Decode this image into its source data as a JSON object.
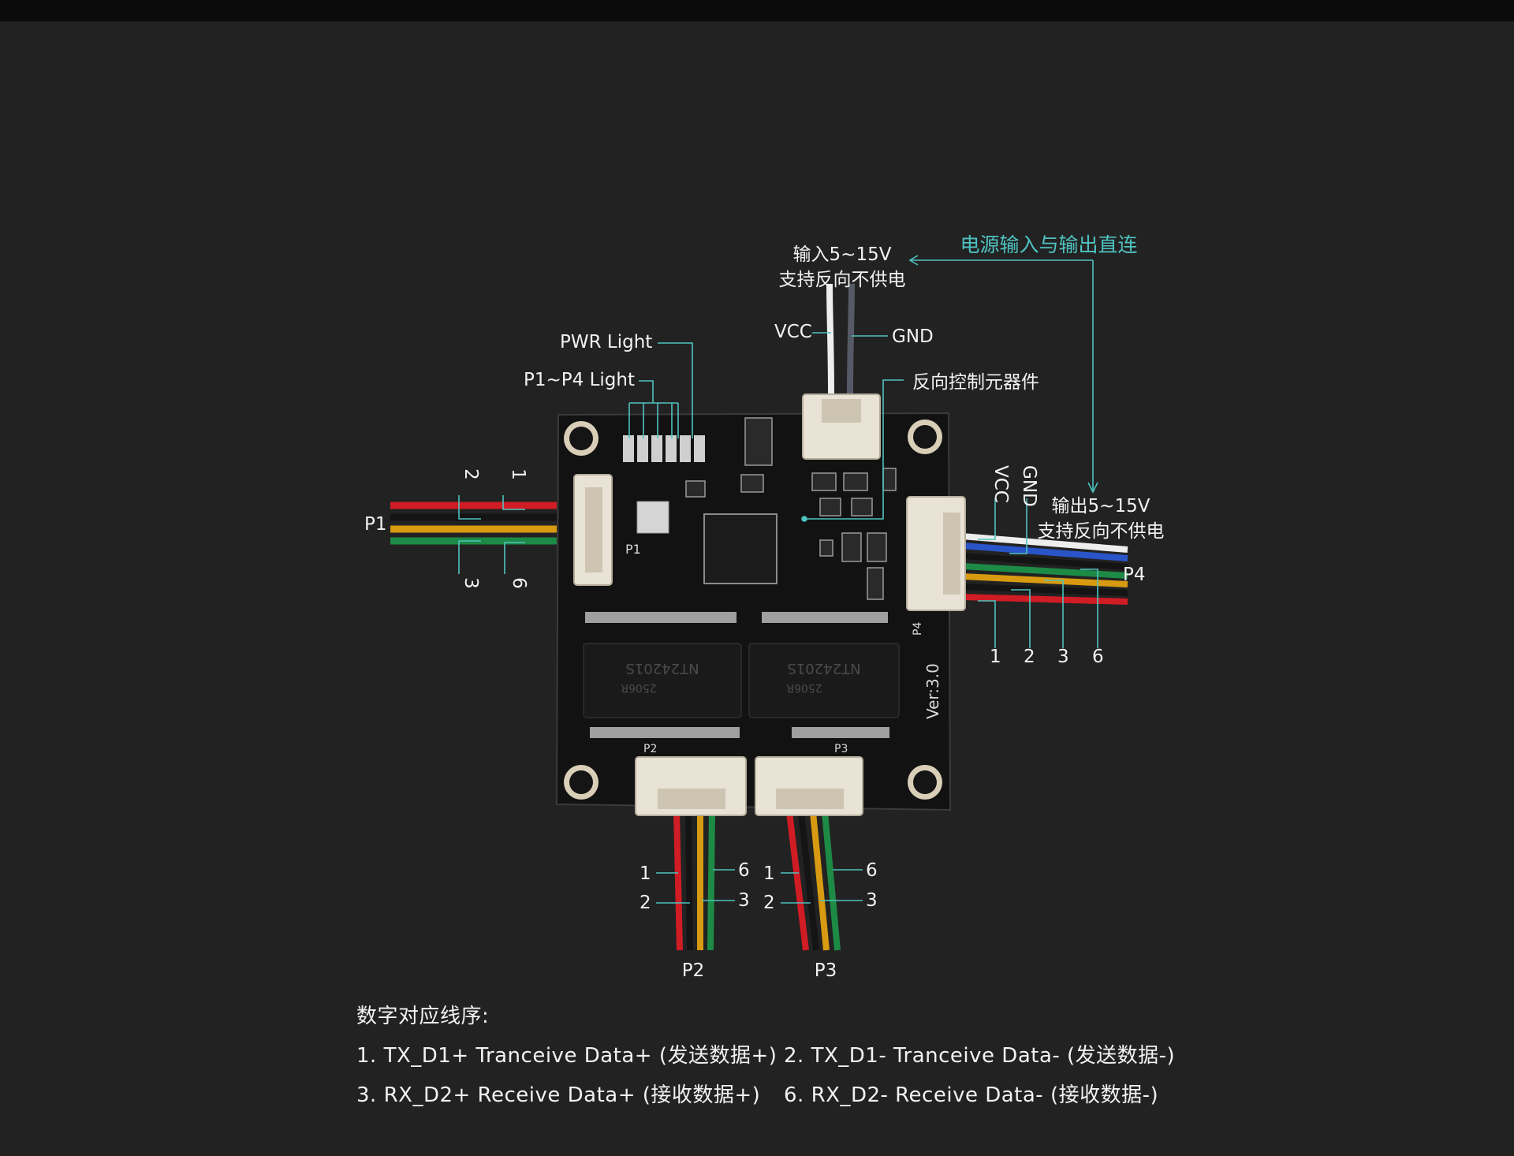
{
  "colors": {
    "background": "#222222",
    "accent_teal": "#4fc3c0",
    "board": "#121212",
    "wire_red": "#d01c24",
    "wire_black": "#141414",
    "wire_yellow": "#d89a10",
    "wire_green": "#1d8a45",
    "wire_white": "#eeeeee",
    "wire_blue": "#2a55c8"
  },
  "power": {
    "annotation": "电源输入与输出直连",
    "input_line1": "输入5~15V",
    "input_line2": "支持反向不供电",
    "output_line1": "输出5~15V",
    "output_line2": "支持反向不供电",
    "vcc": "VCC",
    "gnd": "GND",
    "out_vcc": "VCC",
    "out_gnd": "GND",
    "reverse_component": "反向控制元器件"
  },
  "lights": {
    "pwr": "PWR Light",
    "ports": "P1~P4 Light"
  },
  "board": {
    "version": "Ver:3.0",
    "chip_text": "NT24201S",
    "chip_sub": "2506R",
    "silk_p1": "P1",
    "silk_p2": "P2",
    "silk_p3": "P3",
    "silk_p4": "P4"
  },
  "ports": {
    "p1": {
      "name": "P1",
      "pins": [
        "1",
        "2",
        "3",
        "6"
      ]
    },
    "p2": {
      "name": "P2",
      "pins": [
        "1",
        "2",
        "6",
        "3"
      ]
    },
    "p3": {
      "name": "P3",
      "pins": [
        "1",
        "2",
        "6",
        "3"
      ]
    },
    "p4": {
      "name": "P4",
      "pins": [
        "1",
        "2",
        "3",
        "6"
      ]
    }
  },
  "legend": {
    "heading": "数字对应线序:",
    "row1_left": "1. TX_D1+ Tranceive Data+ (发送数据+)",
    "row1_right": "2. TX_D1- Tranceive Data- (发送数据-)",
    "row2_left": "3. RX_D2+ Receive Data+ (接收数据+)",
    "row2_right": "6. RX_D2- Receive Data- (接收数据-)"
  }
}
